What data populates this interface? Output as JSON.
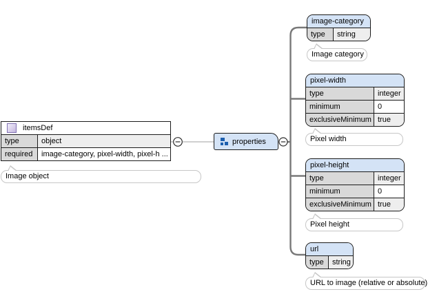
{
  "colors": {
    "header-blue": "#d4e3f6",
    "label-gray": "#d9d9d9",
    "stripe-gray": "#eeeeee",
    "bubble-border": "#c6c6c6",
    "wire-thick": "#787878",
    "wire-thin": "#9f9f9f",
    "icon-purple-border": "#8272b4",
    "icon-blue": "#1c5fae"
  },
  "icons": {
    "items_def": "definition-icon",
    "properties": "properties-icon",
    "collapse": "collapse-minus-icon"
  },
  "diagram": {
    "items_def": {
      "title": "itemsDef",
      "rows": [
        {
          "label": "type",
          "value": "object"
        },
        {
          "label": "required",
          "value": "image-category, pixel-width, pixel-h ..."
        }
      ],
      "annotation": "Image object"
    },
    "properties": {
      "label": "properties"
    },
    "children": [
      {
        "title": "image-category",
        "rows": [
          {
            "label": "type",
            "value": "string"
          }
        ],
        "annotation": "Image category"
      },
      {
        "title": "pixel-width",
        "rows": [
          {
            "label": "type",
            "value": "integer"
          },
          {
            "label": "minimum",
            "value": "0"
          },
          {
            "label": "exclusiveMinimum",
            "value": "true"
          }
        ],
        "annotation": "Pixel width"
      },
      {
        "title": "pixel-height",
        "rows": [
          {
            "label": "type",
            "value": "integer"
          },
          {
            "label": "minimum",
            "value": "0"
          },
          {
            "label": "exclusiveMinimum",
            "value": "true"
          }
        ],
        "annotation": "Pixel height"
      },
      {
        "title": "url",
        "rows": [
          {
            "label": "type",
            "value": "string"
          }
        ],
        "annotation": "URL to image (relative or absolute)"
      }
    ]
  }
}
